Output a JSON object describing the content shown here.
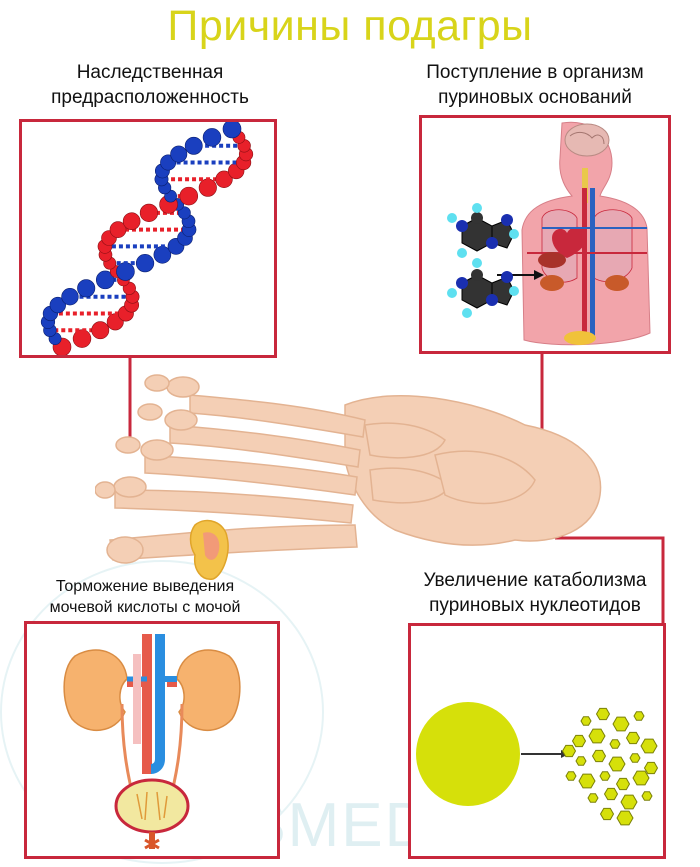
{
  "title": "Причины подагры",
  "captions": {
    "heredity": [
      "Наследственная",
      "предрасположенность"
    ],
    "purine_intake": [
      "Поступление в организм",
      "пуриновых оснований"
    ],
    "excretion": [
      "Торможение выведения",
      "мочевой кислоты с мочой"
    ],
    "catabolism": [
      "Увеличение катаболизма",
      "пуриновых нуклеотидов"
    ]
  },
  "watermark": "POLISMED.COM",
  "colors": {
    "title": "#d8d41a",
    "frame": "#c8283c",
    "bone": "#f4cfb5",
    "dna_red": "#e8202a",
    "dna_blue": "#1a3fbf",
    "catabolism_yellow": "#d6e00a"
  }
}
